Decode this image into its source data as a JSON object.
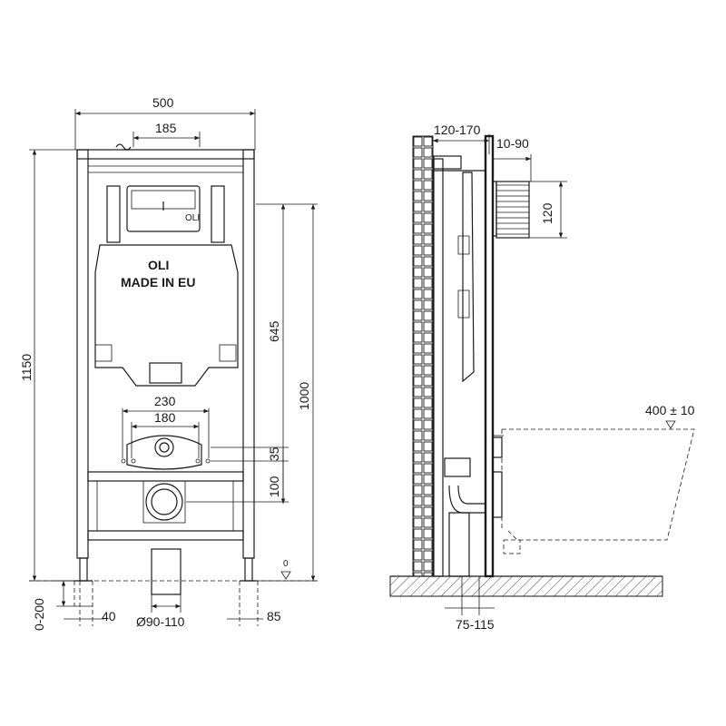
{
  "front_view": {
    "brand": "OLI",
    "made_in": "MADE IN EU",
    "button_mark": "OLI",
    "dims": {
      "width_total": "500",
      "width_top_inner": "185",
      "height_total": "1150",
      "height_frame": "1000",
      "height_645": "645",
      "spacing_230": "230",
      "spacing_180": "180",
      "height_35": "35",
      "height_100": "100",
      "foot_range": "0-200",
      "foot_40": "40",
      "pipe_diameter": "Ø90-110",
      "foot_85": "85",
      "floor_level": "0"
    }
  },
  "side_view": {
    "dims": {
      "depth_120_170": "120-170",
      "depth_10_90": "10-90",
      "height_120": "120",
      "bowl_height": "400 ± 10",
      "floor_75_115": "75-115"
    }
  }
}
